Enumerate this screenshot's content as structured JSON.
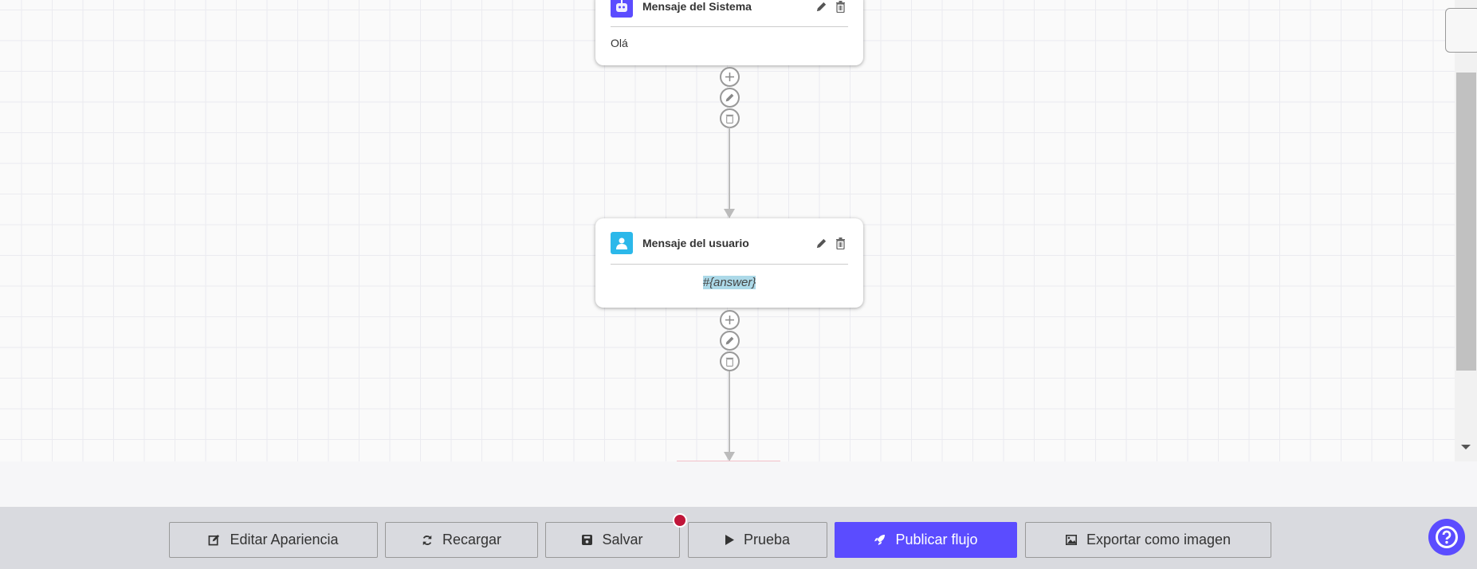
{
  "nodes": [
    {
      "title": "Mensaje del Sistema",
      "content": "Olá",
      "icon": "robot-icon",
      "icon_color": "#5b4cff"
    },
    {
      "title": "Mensaje del usuario",
      "content": "#{answer}",
      "icon": "user-icon",
      "icon_color": "#2bb8ea"
    }
  ],
  "toolbar": {
    "edit_appearance": "Editar Apariencia",
    "reload": "Recargar",
    "save": "Salvar",
    "test": "Prueba",
    "publish": "Publicar flujo",
    "export": "Exportar como imagen"
  },
  "colors": {
    "accent": "#5b4cff",
    "unsaved_dot": "#c0163a",
    "highlight": "#acd9e8"
  }
}
